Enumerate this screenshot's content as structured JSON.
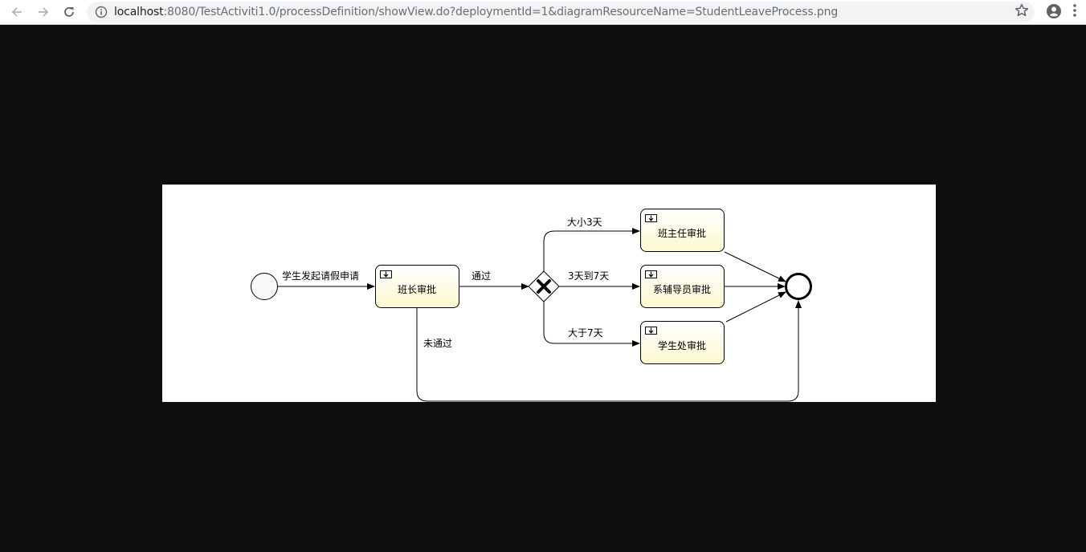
{
  "browser": {
    "url_host": "localhost",
    "url_path": ":8080/TestActiviti1.0/processDefinition/showView.do?deploymentId=1&diagramResourceName=StudentLeaveProcess.png"
  },
  "diagram": {
    "tasks": {
      "monitor": "班长审批",
      "head_teacher": "班主任审批",
      "counselor": "系辅导员审批",
      "student_office": "学生处审批"
    },
    "flows": {
      "start_label": "学生发起请假申请",
      "pass_label": "通过",
      "reject_label": "未通过",
      "lt3_label": "大小3天",
      "mid_label": "3天到7天",
      "gt7_label": "大于7天"
    }
  }
}
